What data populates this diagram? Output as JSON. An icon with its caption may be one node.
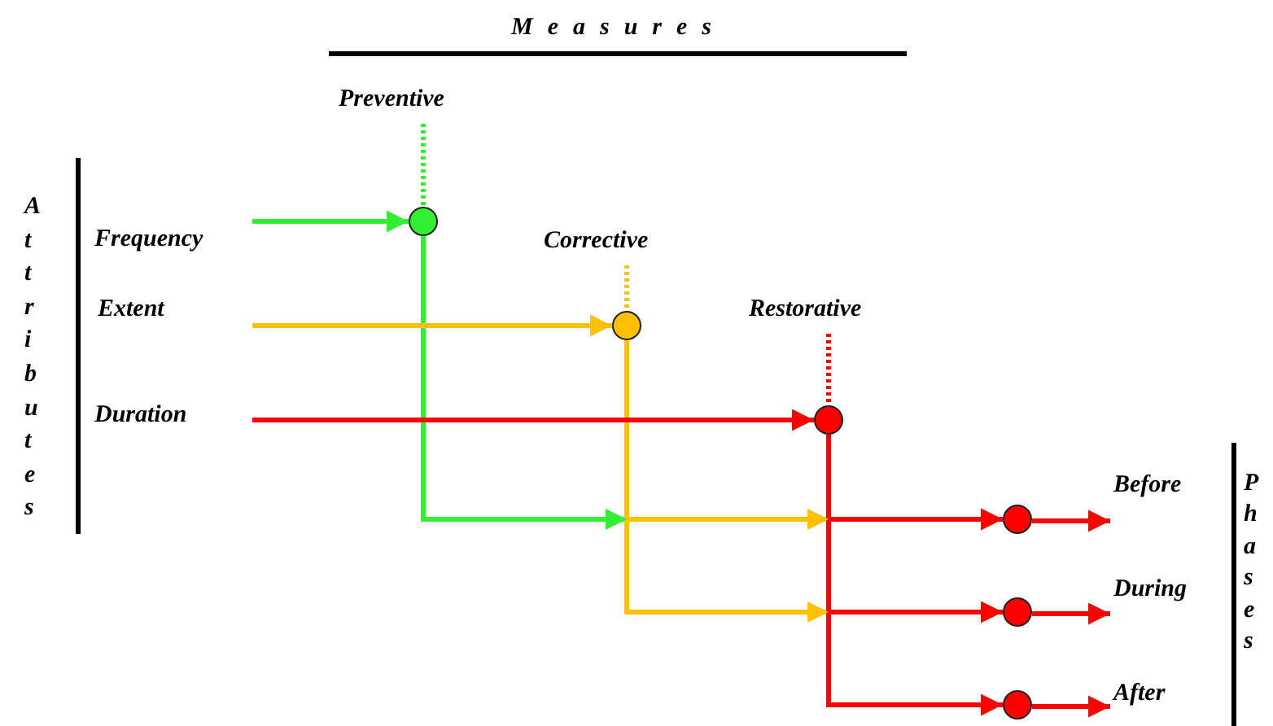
{
  "diagram": {
    "title": "Measures",
    "nodes": [
      {
        "text": [
          "Preventive"
        ]
      },
      {
        "text": [],
        "shape": "circle"
      },
      {
        "text": [
          "Frequency"
        ]
      },
      {
        "text": [
          "Corrective"
        ]
      },
      {
        "text": [
          "Extent"
        ]
      },
      {
        "text": [],
        "shape": "circle"
      },
      {
        "text": [
          "Restorative"
        ]
      },
      {
        "text": [
          "Duration"
        ]
      },
      {
        "text": [],
        "shape": "circle"
      },
      {
        "text": [],
        "shape": "circle"
      },
      {
        "text": [
          "Before"
        ]
      },
      {
        "text": [],
        "shape": "circle"
      },
      {
        "text": [
          "During"
        ]
      },
      {
        "text": [],
        "shape": "circle"
      },
      {
        "text": [
          "After"
        ]
      }
    ],
    "edges": [
      {
        "from": 0,
        "to": 1,
        "arrow": "none",
        "style": "dashed",
        "color": "#33ee33"
      },
      {
        "from": 2,
        "to": 1,
        "arrow": "to",
        "color": "#33ee33"
      },
      {
        "from": 4,
        "to": 5,
        "arrow": "to",
        "color": "#ffc000"
      },
      {
        "from": 3,
        "to": 5,
        "arrow": "none",
        "style": "dashed",
        "color": "#ffc000"
      },
      {
        "from": 6,
        "to": 8,
        "arrow": "none",
        "style": "dashed",
        "color": "#ff0000"
      },
      {
        "from": 7,
        "to": 8,
        "arrow": "to",
        "color": "#ff0000"
      },
      {
        "from": 1,
        "to": 9,
        "arrow": "to",
        "color": "#33ee33"
      },
      {
        "from": 5,
        "to": 9,
        "arrow": "to",
        "color": "#ffc000"
      },
      {
        "from": 5,
        "to": 11,
        "arrow": "to",
        "color": "#ffc000"
      },
      {
        "from": 8,
        "to": 9,
        "arrow": "to",
        "color": "#ff0000"
      },
      {
        "from": 8,
        "to": 11,
        "arrow": "to",
        "color": "#ff0000"
      },
      {
        "from": 8,
        "to": 13,
        "arrow": "to",
        "color": "#ff0000"
      },
      {
        "from": 9,
        "to": 10,
        "arrow": "to",
        "color": "#ff0000"
      },
      {
        "from": 11,
        "to": 12,
        "arrow": "to",
        "color": "#ff0000"
      },
      {
        "from": 13,
        "to": 14,
        "arrow": "to",
        "color": "#ff0000"
      }
    ],
    "labels": [
      "Attributes",
      "Phases"
    ]
  }
}
